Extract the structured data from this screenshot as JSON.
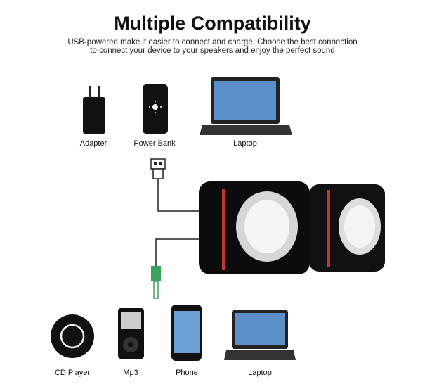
{
  "title": "Multiple Compatibility",
  "subtitle": [
    "USB-powered make it easier to connect and charge. Choose the best connection",
    "to connect your device to your speakers and enjoy the perfect sound"
  ],
  "top_devices": [
    {
      "label": "Adapter"
    },
    {
      "label": "Power Bank"
    },
    {
      "label": "Laptop"
    }
  ],
  "bottom_devices": [
    {
      "label": "CD Player"
    },
    {
      "label": "Mp3"
    },
    {
      "label": "Phone"
    },
    {
      "label": "Laptop"
    }
  ],
  "colors": {
    "speaker": "#111111",
    "accent": "#c0392b",
    "jack": "#3aa45a"
  }
}
